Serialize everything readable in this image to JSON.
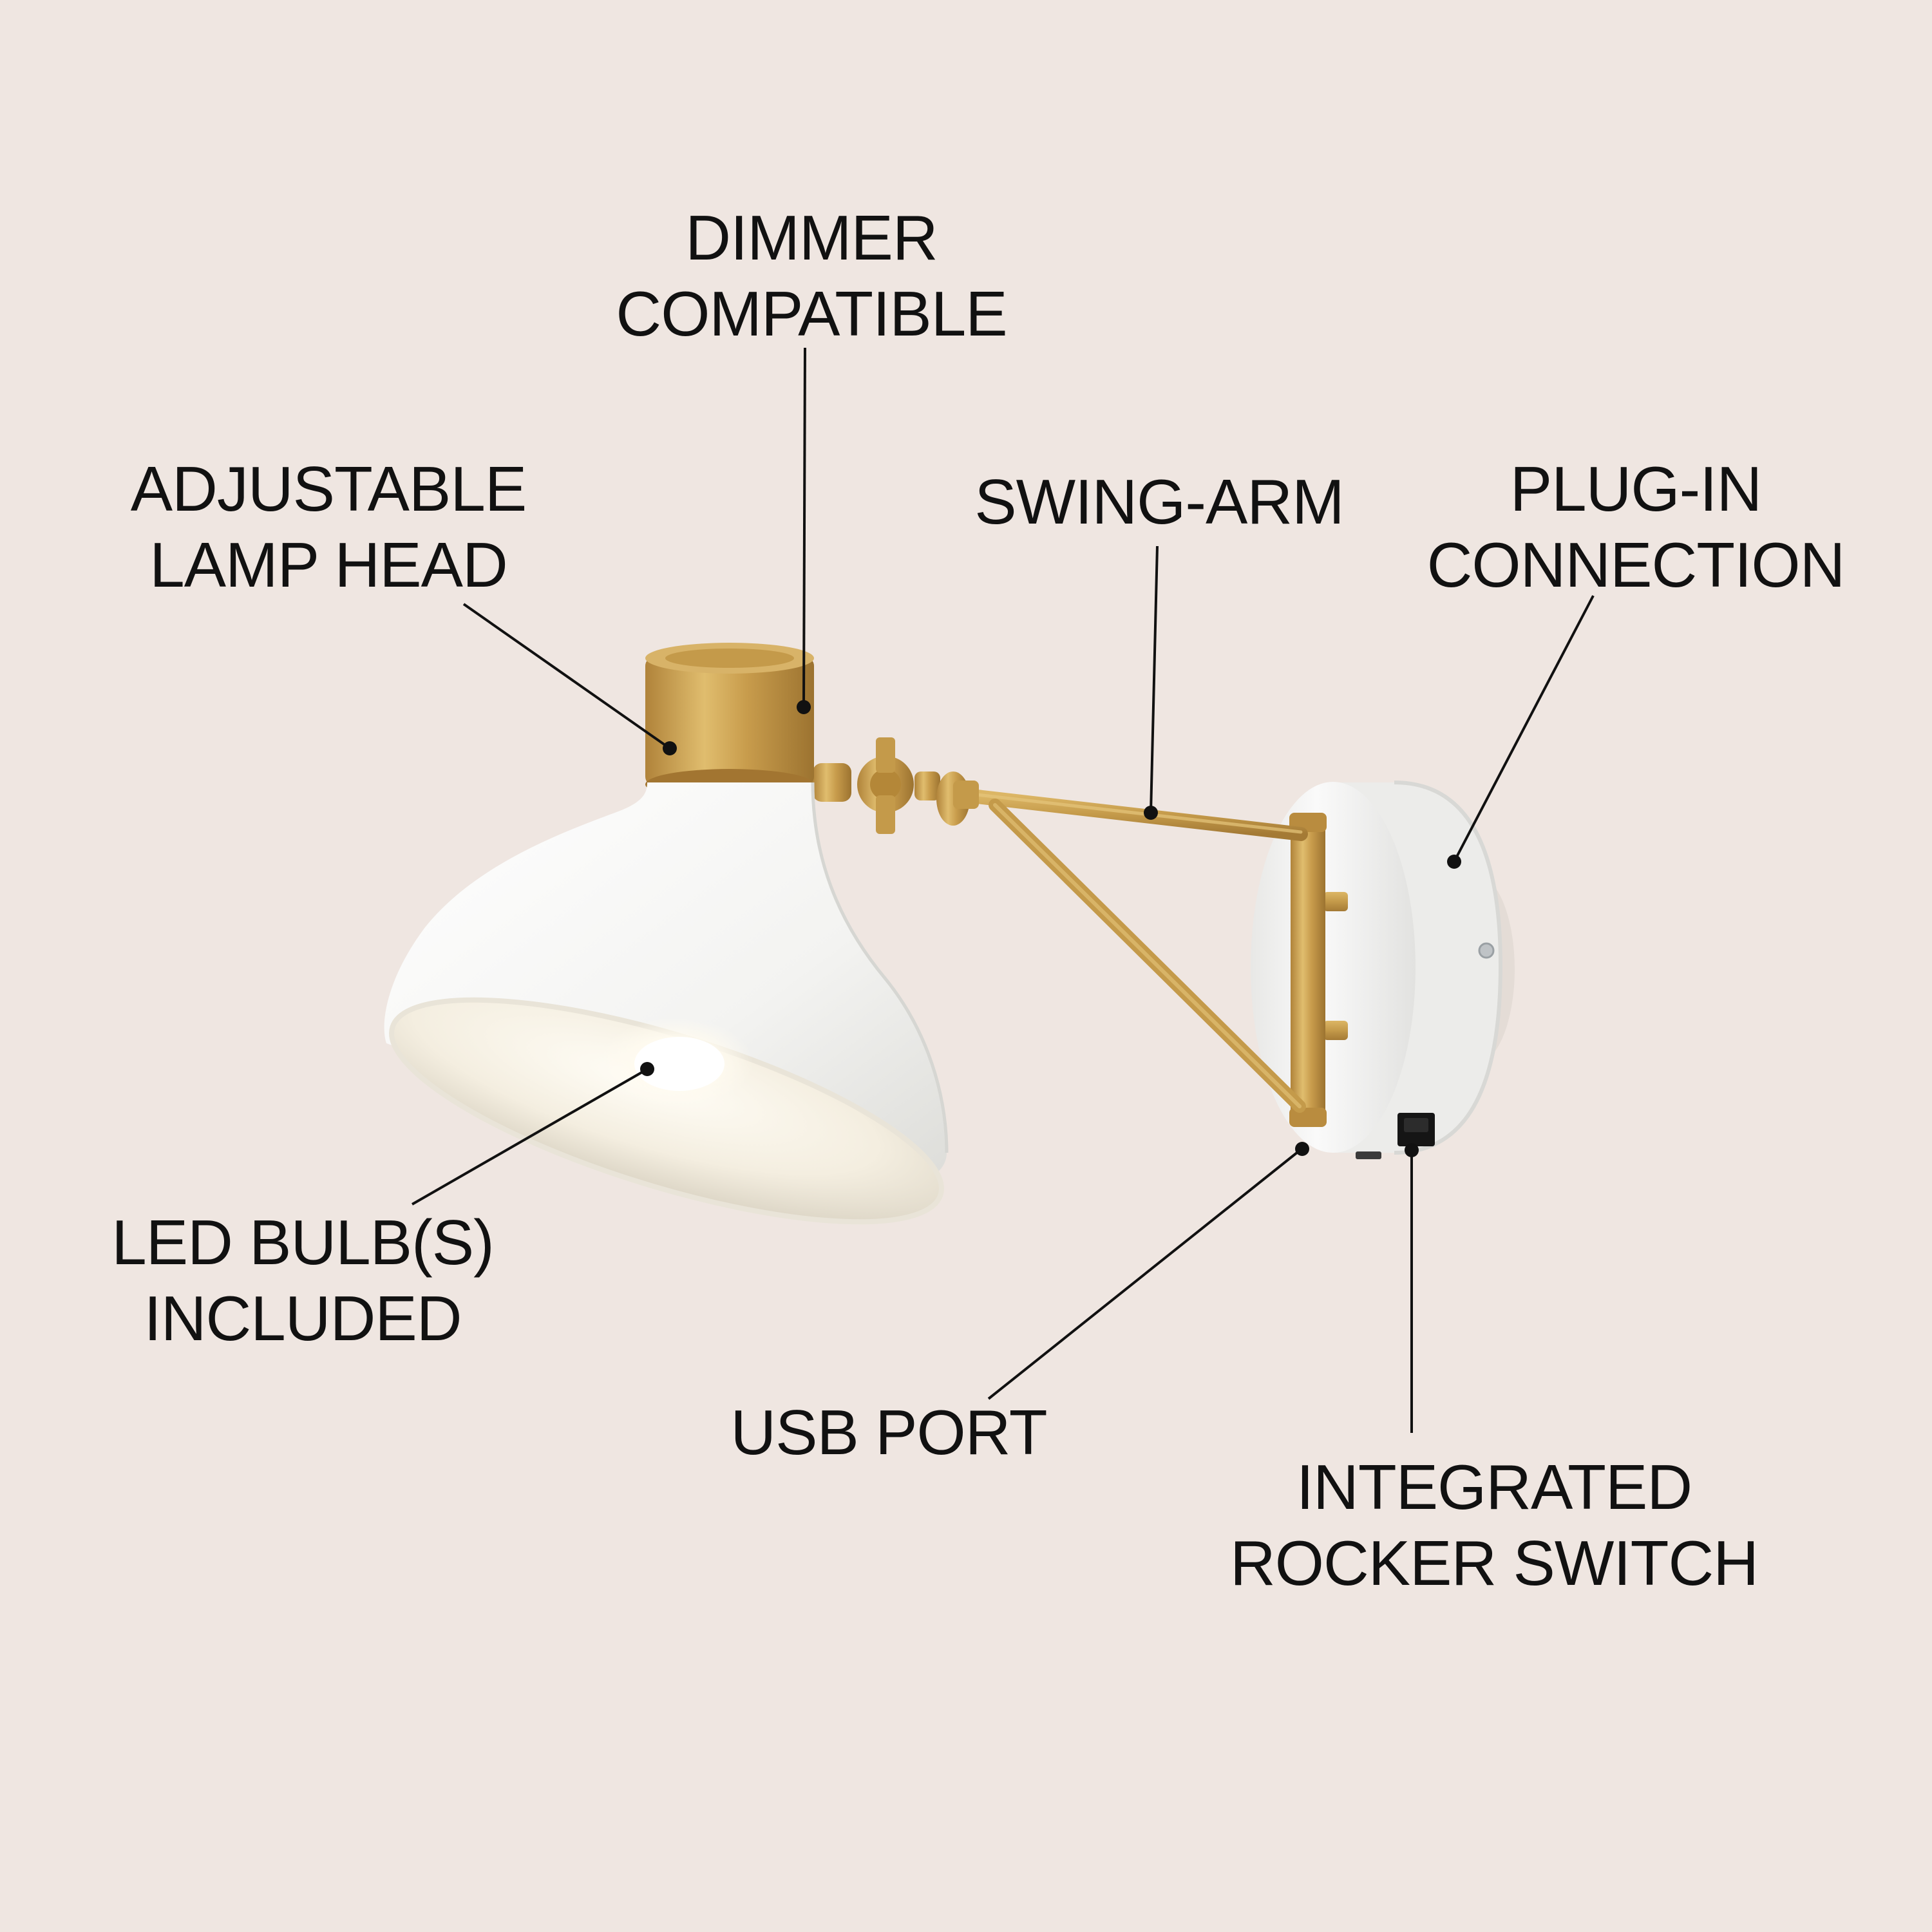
{
  "colors": {
    "background": "#efe6e1",
    "text": "#111111",
    "brass": "#c49a4a",
    "shade_white": "#f7f7f5"
  },
  "callouts": {
    "dimmer": [
      "DIMMER",
      "COMPATIBLE"
    ],
    "adjustable_head": [
      "ADJUSTABLE",
      "LAMP HEAD"
    ],
    "swing_arm": [
      "SWING-ARM"
    ],
    "plug_in": [
      "PLUG-IN",
      "CONNECTION"
    ],
    "led_bulb": [
      "LED BULB(S)",
      "INCLUDED"
    ],
    "usb_port": [
      "USB PORT"
    ],
    "rocker_switch": [
      "INTEGRATED",
      "ROCKER SWITCH"
    ]
  }
}
